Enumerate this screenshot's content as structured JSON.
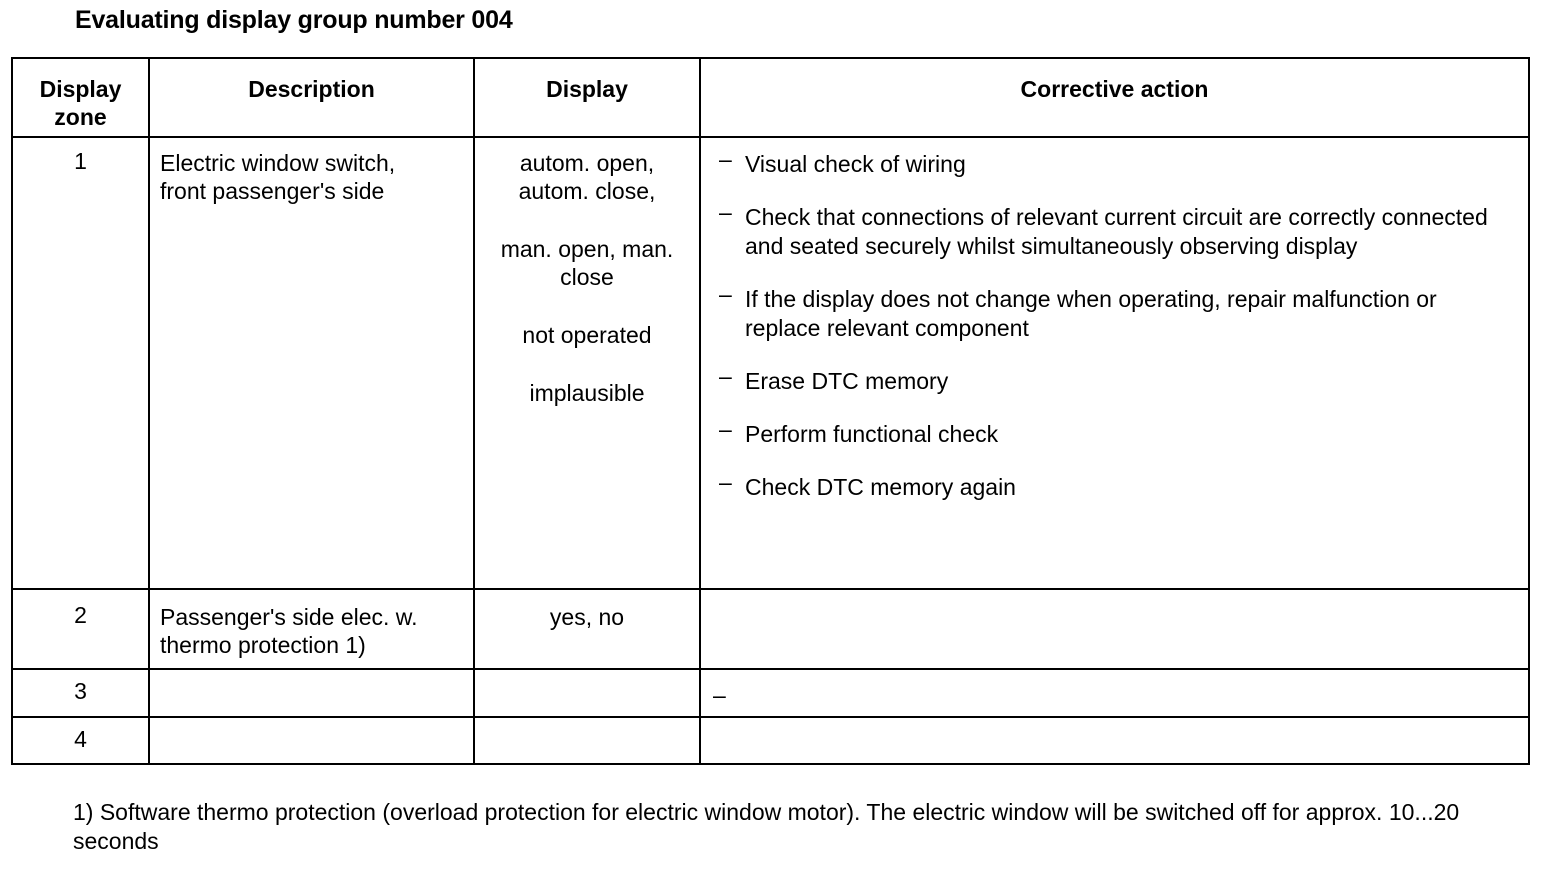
{
  "document": {
    "title": "Evaluating display group number 004"
  },
  "table": {
    "headers": {
      "zone": "Display\nzone",
      "zone_line1": "Display",
      "zone_line2": "zone",
      "description": "Description",
      "display": "Display",
      "corrective_action": "Corrective action"
    },
    "rows": [
      {
        "zone": "1",
        "description_line1": "Electric window switch,",
        "description_line2": "front passenger's side",
        "display_groups": [
          "autom. open,\nautom. close,",
          "man. open, man.\nclose",
          "not operated",
          "implausible"
        ],
        "display_g1_l1": "autom. open,",
        "display_g1_l2": "autom. close,",
        "display_g2_l1": "man. open, man.",
        "display_g2_l2": "close",
        "display_g3": "not operated",
        "display_g4": "implausible",
        "corrective_actions": [
          "Visual check of wiring",
          "Check that connections of relevant current circuit are correctly connected and seated securely whilst simultaneously observing display",
          "If the display does not change when operating, repair malfunction or replace relevant component",
          "Erase DTC memory",
          "Perform functional check",
          "Check DTC memory again"
        ],
        "corrective_action_1": "Visual check of wiring",
        "corrective_action_2": "Check that connections of relevant current circuit are correctly connected and seated securely whilst simultaneously observing display",
        "corrective_action_3": "If the display does not change when operating, repair malfunction or replace relevant component",
        "corrective_action_4": "Erase DTC memory",
        "corrective_action_5": "Perform functional check",
        "corrective_action_6": "Check DTC memory again"
      },
      {
        "zone": "2",
        "description_line1": "Passenger's side elec. w.",
        "description_line2": "thermo protection 1)",
        "display": "yes, no",
        "corrective_action": ""
      },
      {
        "zone": "3",
        "description": "",
        "display": "",
        "corrective_action": "–"
      },
      {
        "zone": "4",
        "description": "",
        "display": "",
        "corrective_action": ""
      }
    ]
  },
  "footnote": {
    "text": "1) Software thermo protection (overload protection for electric window motor). The electric window will be switched off for approx. 10...20 seconds"
  },
  "bullet": {
    "dash": "–"
  },
  "colors": {
    "text": "#000000",
    "background": "#ffffff",
    "border": "#000000"
  }
}
